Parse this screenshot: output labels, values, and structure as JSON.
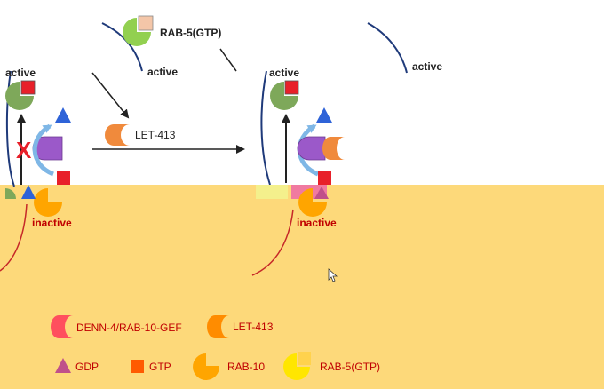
{
  "diagram": {
    "top_label": "RAB-5(GTP)",
    "left_panel": {
      "active_label": "active",
      "inactive_label": "inactive",
      "blocked_mark": "X"
    },
    "middle_arrow_label": "LET-413",
    "right_panel": {
      "active_label": "active",
      "inactive_label": "inactive"
    },
    "faint_label_1": "active",
    "faint_label_2": "active"
  },
  "legend": {
    "gef_label": "DENN-4/RAB-10-GEF",
    "let413_label": "LET-413",
    "gdp_label": "GDP",
    "gtp_label": "GTP",
    "rab10_label": "RAB-10",
    "rab5_label": "RAB-5(GTP)"
  },
  "colors": {
    "background_lower": "#fdd97a",
    "membrane": "#1f3a7a",
    "membrane_lower": "#c62828",
    "rab10_active": "#7ea85a",
    "rab5": "#92d050",
    "gtp_square": "#e8202a",
    "gdp_triangle": "#2e63d8",
    "gef_purple": "#9b59c9",
    "let413_orange": "#f08a3c",
    "legend_text": "#c00000",
    "legend_gef": "#ff4f5e",
    "legend_let413": "#ff8c00",
    "legend_gdp": "#c0508a",
    "legend_gtp": "#ff5a00",
    "legend_rab10": "#ffa500",
    "legend_rab5": "#ffe600"
  }
}
